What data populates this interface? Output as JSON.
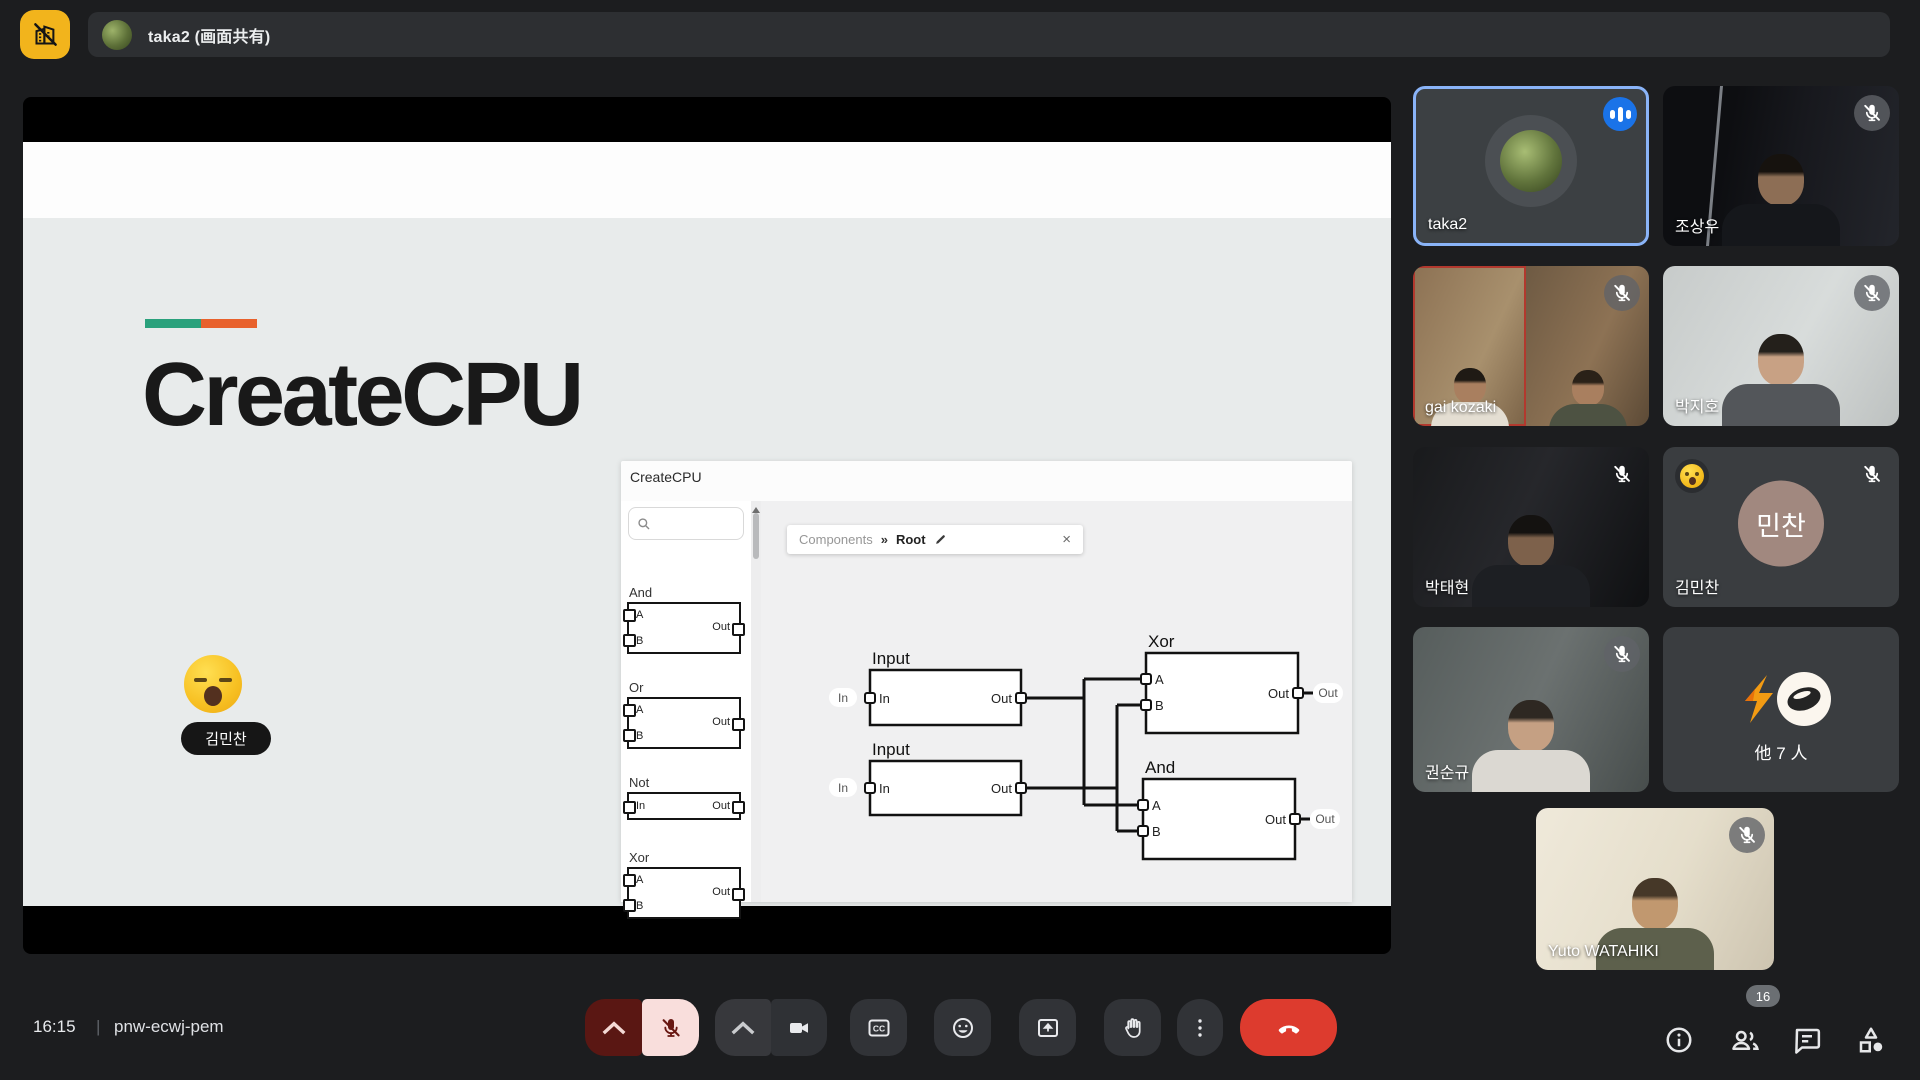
{
  "colors": {
    "background": "#1c1d1f",
    "tile": "#3c4043",
    "active_border": "#8ab4f8",
    "audio_badge": "#1a73e8",
    "end_call": "#dd3b2e",
    "mic_muted_bg": "#f9dedc",
    "mic_muted_icon": "#681712",
    "corner_chip": "#f2b41c",
    "slide_accent_green": "#2aa17c",
    "slide_accent_orange": "#e8612c"
  },
  "top_bar": {
    "title": "taka2 (画面共有)"
  },
  "slide": {
    "title": "CreateCPU",
    "reaction_name": "김민찬"
  },
  "mockup": {
    "app_title": "CreateCPU",
    "search": {
      "placeholder": ""
    },
    "palette": {
      "and": {
        "label": "And",
        "pin_a": "A",
        "pin_b": "B",
        "pin_out": "Out"
      },
      "or": {
        "label": "Or",
        "pin_a": "A",
        "pin_b": "B",
        "pin_out": "Out"
      },
      "not": {
        "label": "Not",
        "pin_in": "In",
        "pin_out": "Out"
      },
      "xor": {
        "label": "Xor",
        "pin_a": "A",
        "pin_b": "B",
        "pin_out": "Out"
      }
    },
    "breadcrumb": {
      "parent": "Components",
      "separator": "»",
      "current": "Root",
      "close": "×"
    },
    "canvas": {
      "input1": {
        "label": "Input",
        "pin_in": "In",
        "pin_out": "Out",
        "ext_in": "In"
      },
      "input2": {
        "label": "Input",
        "pin_in": "In",
        "pin_out": "Out",
        "ext_in": "In"
      },
      "xor": {
        "label": "Xor",
        "pin_a": "A",
        "pin_b": "B",
        "pin_out": "Out",
        "ext_out": "Out"
      },
      "and": {
        "label": "And",
        "pin_a": "A",
        "pin_b": "B",
        "pin_out": "Out",
        "ext_out": "Out"
      }
    }
  },
  "participants": [
    {
      "name": "taka2"
    },
    {
      "name": "조상우"
    },
    {
      "name": "gai kozaki"
    },
    {
      "name": "박지호"
    },
    {
      "name": "박태현"
    },
    {
      "name": "김민찬",
      "initials": "민찬"
    },
    {
      "name": "권순규"
    },
    {
      "name": "他 7 人"
    },
    {
      "name": "Yuto WATAHIKI"
    }
  ],
  "controls": {
    "cc_label": "CC",
    "participants_count": "16"
  },
  "footer": {
    "time": "16:15",
    "separator": "|",
    "meeting_code": "pnw-ecwj-pem"
  },
  "icons": {
    "corner": "building-disabled-icon",
    "mic_muted": "mic-off-icon",
    "camera": "videocam-icon",
    "captions": "closed-captions-icon",
    "reactions": "smiley-icon",
    "present": "present-screen-icon",
    "hand": "raise-hand-icon",
    "more": "more-vert-icon",
    "end_call": "call-end-icon",
    "info": "info-icon",
    "people": "people-icon",
    "chat": "chat-icon",
    "activities": "activities-icon",
    "audio": "speaking-indicator-icon"
  }
}
